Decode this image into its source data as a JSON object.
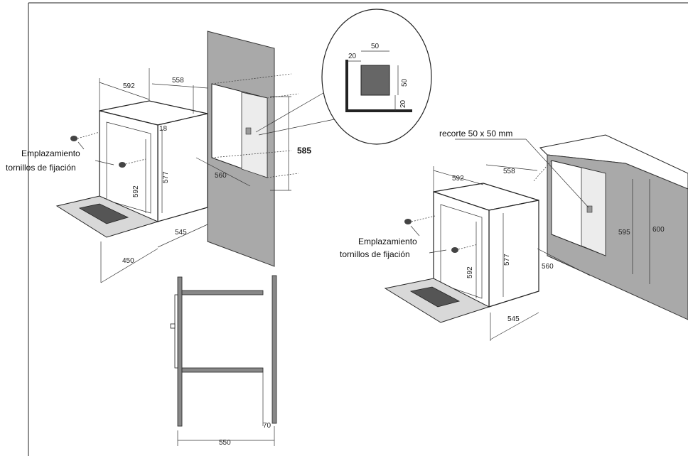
{
  "left_view": {
    "dims": {
      "top_width": "592",
      "top_depth": "558",
      "top_thickness": "18",
      "front_height": "592",
      "side_height": "577",
      "niche_height": "585",
      "niche_width": "560",
      "side_depth": "545",
      "door_open": "450"
    },
    "screw_label_line1": "Emplazamiento",
    "screw_label_line2": "tornillos de fijación"
  },
  "detail": {
    "square_width": "50",
    "square_height": "50",
    "offset_left": "20",
    "offset_bottom": "20"
  },
  "section_view": {
    "width": "550",
    "gap": "70"
  },
  "right_view": {
    "cutout_label": "recorte 50 x 50 mm",
    "dims": {
      "top_width": "592",
      "top_depth": "558",
      "front_height": "592",
      "side_height": "577",
      "niche_width": "560",
      "niche_height_inner": "595",
      "niche_height_outer": "600",
      "side_depth": "545"
    },
    "screw_label_line1": "Emplazamiento",
    "screw_label_line2": "tornillos de fijación"
  }
}
